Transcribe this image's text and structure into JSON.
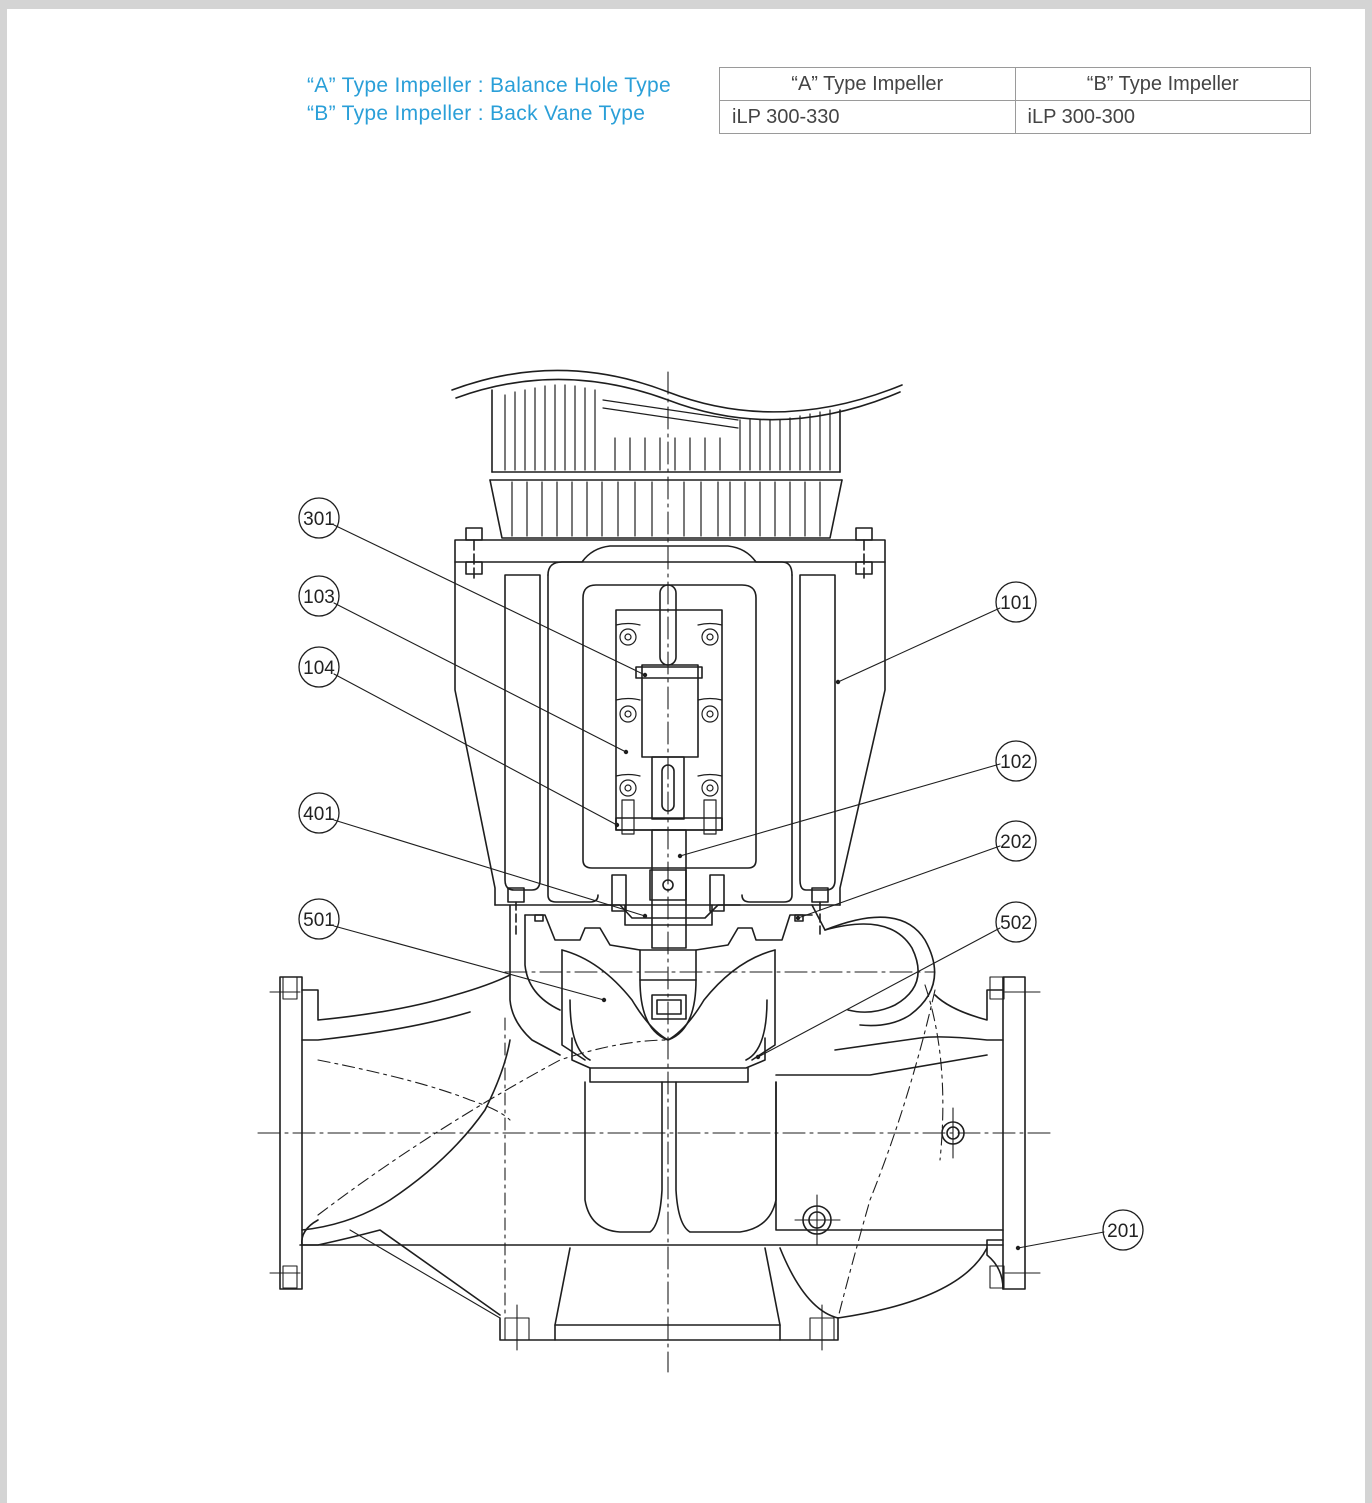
{
  "legend": {
    "line_a": "“A” Type Impeller : Balance Hole Type",
    "line_b": "“B” Type Impeller : Back Vane Type",
    "color": "#2a9fd8"
  },
  "table": {
    "headers": [
      "“A” Type Impeller",
      "“B” Type Impeller"
    ],
    "row": [
      "iLP 300-330",
      "iLP 300-300"
    ]
  },
  "callouts": {
    "c301": "301",
    "c103": "103",
    "c104": "104",
    "c401": "401",
    "c501": "501",
    "c101": "101",
    "c102": "102",
    "c202": "202",
    "c502": "502",
    "c201": "201"
  }
}
